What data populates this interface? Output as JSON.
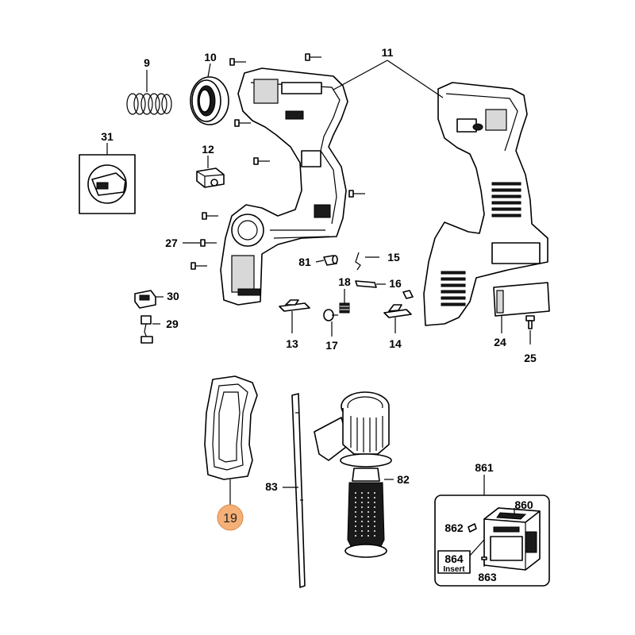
{
  "callouts": {
    "c9": "9",
    "c10": "10",
    "c11": "11",
    "c12": "12",
    "c13": "13",
    "c14": "14",
    "c15": "15",
    "c16": "16",
    "c17": "17",
    "c18": "18",
    "c19": "19",
    "c24": "24",
    "c25": "25",
    "c27": "27",
    "c29": "29",
    "c30": "30",
    "c31": "31",
    "c81": "81",
    "c82": "82",
    "c83": "83",
    "c860": "860",
    "c861": "861",
    "c862": "862",
    "c863": "863",
    "c864": "864",
    "insert": "Insert"
  },
  "colors": {
    "highlight": "#f5b078",
    "highlight_stroke": "#d98a4a",
    "line": "#000000"
  }
}
